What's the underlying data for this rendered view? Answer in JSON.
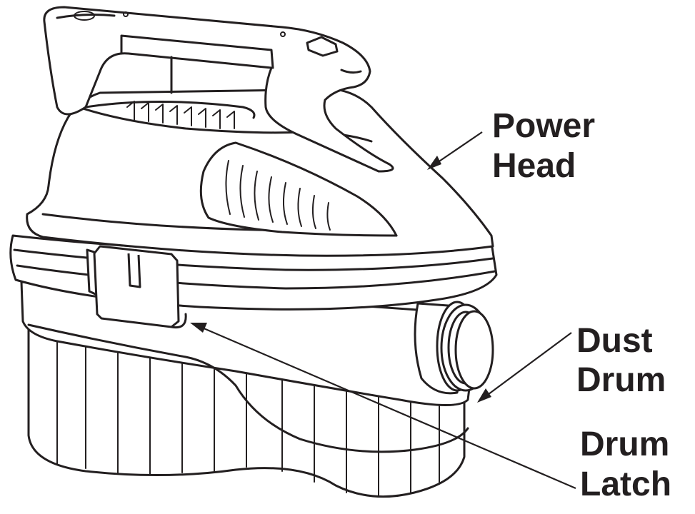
{
  "labels": {
    "power_head": [
      "Power",
      "Head"
    ],
    "dust_drum": [
      "Dust",
      "Drum"
    ],
    "drum_latch": [
      "Drum",
      "Latch"
    ]
  },
  "colors": {
    "line": "#231f20",
    "background": "#ffffff"
  }
}
